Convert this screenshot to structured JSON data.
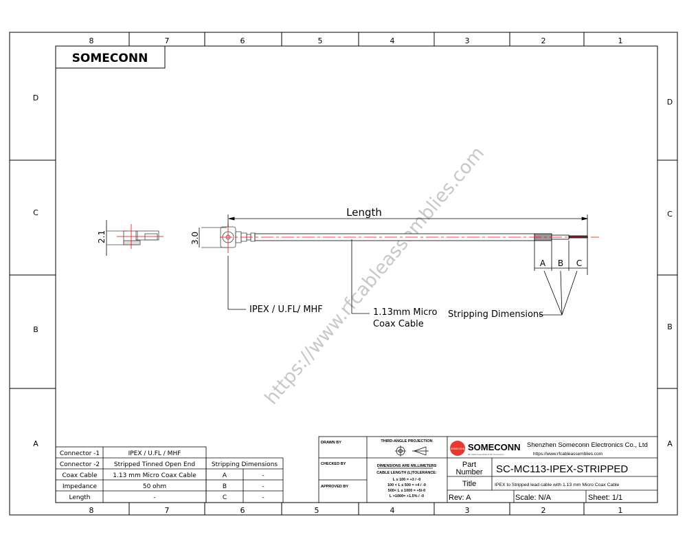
{
  "frame": {
    "columns": [
      "8",
      "7",
      "6",
      "5",
      "4",
      "3",
      "2",
      "1"
    ],
    "rows": [
      "D",
      "C",
      "B",
      "A"
    ]
  },
  "brand_box": "SOMECONN",
  "watermark": "https://www.rfcableassemblies.com",
  "drawing": {
    "length_label": "Length",
    "dim_side": "2.1",
    "dim_connector": "3.0",
    "strip_labels": [
      "A",
      "B",
      "C"
    ],
    "callout_connector": "IPEX / U.FL/ MHF",
    "callout_cable_1": "1.13mm Micro",
    "callout_cable_2": "Coax Cable",
    "callout_stripping": "Stripping Dimensions",
    "centerline_color": "#ff0000"
  },
  "spec_table": {
    "rows": [
      {
        "label": "Connector -1",
        "value": "IPEX / U.FL / MHF"
      },
      {
        "label": "Connector -2",
        "value": "Stripped  Tinned Open End"
      },
      {
        "label": "Coax Cable",
        "value": "1.13 mm Micro Coax Cable"
      },
      {
        "label": "Impedance",
        "value": "50 ohm"
      },
      {
        "label": "Length",
        "value": "-"
      }
    ]
  },
  "strip_table": {
    "header": "Stripping Dimensions",
    "rows": [
      {
        "label": "A",
        "value": "-"
      },
      {
        "label": "B",
        "value": "-"
      },
      {
        "label": "C",
        "value": "-"
      }
    ]
  },
  "title_block": {
    "drawn_by": "DRAWN BY",
    "checked_by": "CHECKED BY",
    "approved_by": "APPROVED BY",
    "projection": "THIRD-ANGLE PROJECTION",
    "dims_note": "DIMENSIONS ARE MILLIMETERS",
    "tol_title": "CABLE LENGTH (L)TOLERANCE:",
    "tolerances": [
      "L ≤ 100 = +3 / -0",
      "100 < L ≤ 500 = +4 / -0",
      "500< L ≤ 1000 = +5/-0",
      "L >1000= +1.5% / -0"
    ],
    "logo_text": "SOMECONN",
    "logo_badge": "SOMECONN",
    "logo_tagline": "RF Cable Assemblies & RF Connectors",
    "company": "Shenzhen Someconn Electronics Co., Ltd",
    "website": "https://www.rfcableassemblies.com",
    "part_label_1": "Part",
    "part_label_2": "Number",
    "part_number": "SC-MC113-IPEX-STRIPPED",
    "title_label": "Title",
    "title_value": "IPEX to Stripped lead cable with 1.13 mm Micro Coax Cable",
    "rev": "Rev: A",
    "scale": "Scale:  N/A",
    "sheet": "Sheet:  1/1",
    "logo_color": "#e8392f"
  }
}
